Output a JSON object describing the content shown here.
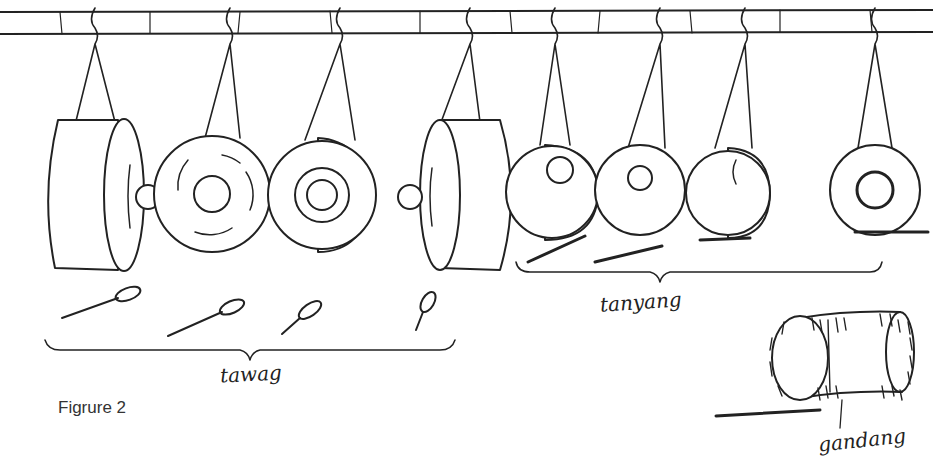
{
  "diagram": {
    "caption": "Figrure 2",
    "labels": [
      "tawag",
      "tanyang",
      "gandang"
    ]
  }
}
